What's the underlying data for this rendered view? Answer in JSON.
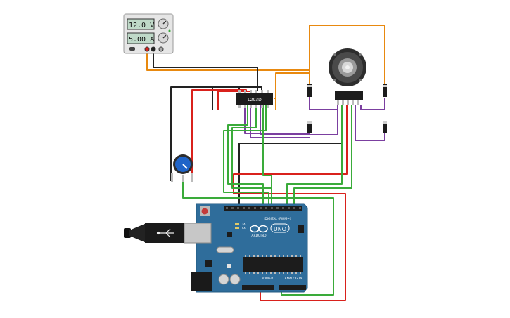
{
  "power_supply": {
    "voltage": "12.0 V",
    "current": "5.00 A"
  },
  "driver_chip": {
    "label": "L293D"
  },
  "arduino": {
    "logo_text": "UNO",
    "brand": "ARDUINO",
    "digital_header": "DIGITAL (PWM~)",
    "power_label": "POWER",
    "analog_label": "ANALOG IN",
    "tx_label": "TX",
    "rx_label": "RX"
  },
  "colors": {
    "wire_black": "#222222",
    "wire_red": "#d9211c",
    "wire_orange": "#e8890f",
    "wire_purple": "#7b3fa0",
    "wire_green": "#3aab3a",
    "board": "#2f6d9b",
    "board_dark": "#235a82"
  }
}
